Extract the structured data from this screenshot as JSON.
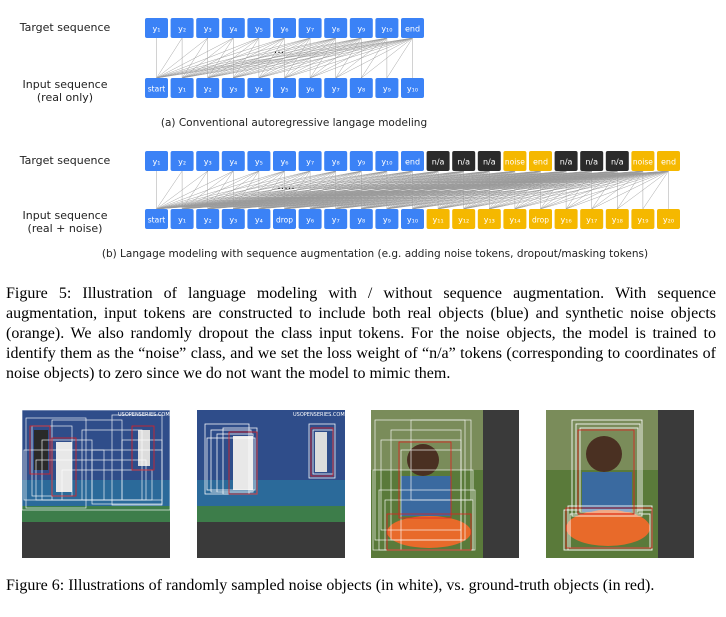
{
  "figure5": {
    "panel_a": {
      "target_label": "Target sequence",
      "input_label_line1": "Input sequence",
      "input_label_line2": "(real only)",
      "caption": "(a) Conventional autoregressive langage modeling",
      "target_tokens": [
        "y₁",
        "y₂",
        "y₃",
        "y₄",
        "y₅",
        "y₆",
        "y₇",
        "y₈",
        "y₉",
        "y₁₀",
        "end"
      ],
      "input_tokens": [
        "start",
        "y₁",
        "y₂",
        "y₃",
        "y₄",
        "y₅",
        "y₆",
        "y₇",
        "y₈",
        "y₉",
        "y₁₀"
      ],
      "ellipsis": "..."
    },
    "panel_b": {
      "target_label": "Target sequence",
      "input_label_line1": "Input sequence",
      "input_label_line2": "(real + noise)",
      "caption": "(b) Langage modeling with sequence augmentation (e.g. adding noise tokens, dropout/masking tokens)",
      "target_tokens": [
        {
          "text": "y₁",
          "kind": "real"
        },
        {
          "text": "y₂",
          "kind": "real"
        },
        {
          "text": "y₃",
          "kind": "real"
        },
        {
          "text": "y₄",
          "kind": "real"
        },
        {
          "text": "y₅",
          "kind": "real"
        },
        {
          "text": "y₆",
          "kind": "real"
        },
        {
          "text": "y₇",
          "kind": "real"
        },
        {
          "text": "y₈",
          "kind": "real"
        },
        {
          "text": "y₉",
          "kind": "real"
        },
        {
          "text": "y₁₀",
          "kind": "real"
        },
        {
          "text": "end",
          "kind": "real"
        },
        {
          "text": "n/a",
          "kind": "na"
        },
        {
          "text": "n/a",
          "kind": "na"
        },
        {
          "text": "n/a",
          "kind": "na"
        },
        {
          "text": "noise",
          "kind": "noise"
        },
        {
          "text": "end",
          "kind": "noise"
        },
        {
          "text": "n/a",
          "kind": "na"
        },
        {
          "text": "n/a",
          "kind": "na"
        },
        {
          "text": "n/a",
          "kind": "na"
        },
        {
          "text": "noise",
          "kind": "noise"
        },
        {
          "text": "end",
          "kind": "noise"
        }
      ],
      "input_tokens": [
        {
          "text": "start",
          "kind": "real"
        },
        {
          "text": "y₁",
          "kind": "real"
        },
        {
          "text": "y₂",
          "kind": "real"
        },
        {
          "text": "y₃",
          "kind": "real"
        },
        {
          "text": "y₄",
          "kind": "real"
        },
        {
          "text": "drop",
          "kind": "real"
        },
        {
          "text": "y₆",
          "kind": "real"
        },
        {
          "text": "y₇",
          "kind": "real"
        },
        {
          "text": "y₈",
          "kind": "real"
        },
        {
          "text": "y₉",
          "kind": "real"
        },
        {
          "text": "y₁₀",
          "kind": "real"
        },
        {
          "text": "y₁₁",
          "kind": "noise"
        },
        {
          "text": "y₁₂",
          "kind": "noise"
        },
        {
          "text": "y₁₃",
          "kind": "noise"
        },
        {
          "text": "y₁₄",
          "kind": "noise"
        },
        {
          "text": "drop",
          "kind": "noise"
        },
        {
          "text": "y₁₆",
          "kind": "noise"
        },
        {
          "text": "y₁₇",
          "kind": "noise"
        },
        {
          "text": "y₁₈",
          "kind": "noise"
        },
        {
          "text": "y₁₉",
          "kind": "noise"
        },
        {
          "text": "y₂₀",
          "kind": "noise"
        }
      ],
      "ellipsis": "....."
    },
    "caption": "Figure 5: Illustration of language modeling with / without sequence augmentation. With sequence augmentation, input tokens are constructed to include both real objects (blue) and synthetic noise objects (orange). We also randomly dropout the class input tokens. For the noise objects, the model is trained to identify them as the “noise” class, and we set the loss weight of “n/a” tokens (corresponding to coordinates of noise objects) to zero since we do not want the model to mimic them."
  },
  "figure6": {
    "photo_text_1": "USOPENSERIES.COM",
    "photo_text_2": "USOPENSERIES.COM",
    "caption": "Figure 6:  Illustrations of randomly sampled noise objects (in white), vs. ground-truth objects (in red)."
  },
  "colors": {
    "real": "#3b82f6",
    "noise": "#f5b800",
    "na": "#2b2b2b",
    "gt_box": "#e02020",
    "noise_box": "#ffffff"
  }
}
